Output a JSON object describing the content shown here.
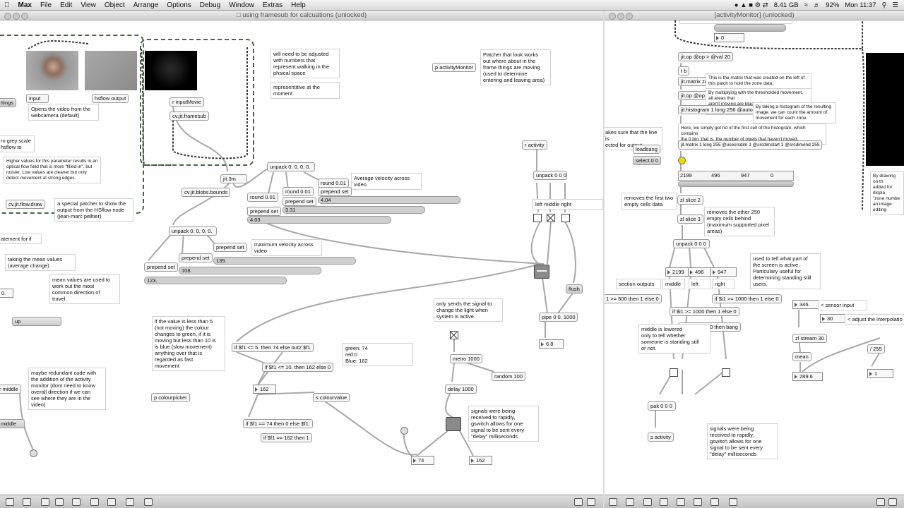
{
  "menubar": {
    "items": [
      "Max",
      "File",
      "Edit",
      "View",
      "Object",
      "Arrange",
      "Options",
      "Debug",
      "Window",
      "Extras",
      "Help"
    ],
    "mem": "8.41 GB",
    "battery": "92%",
    "clock": "Mon 11:37"
  },
  "main_window": {
    "title": "using framesub for calcuations (unlocked)",
    "objects": {
      "settings_cut": "ttings",
      "grey_scale": "ro grey scale\nhsflow to",
      "input_label": "input",
      "hsflow_output": "hsflow output",
      "opens_video": "Opens the video from the\nwebcamera (default)",
      "higher_values": "Higher values for this parameter results in an\noptical flow field that is more \"filled-in\", but\nnoisier. Low values are cleaner but only\ndetect movement at strong edges.",
      "cv_flow_draw": "cv.jit.flow.draw",
      "special_patcher": "a special patcher to show the\noutput from the HSflow node\n(jean-marc pelltier)",
      "statement_for_if": "atement for if",
      "taking_mean": "taking the mean values\n(average change)",
      "zero_box": "0.",
      "mean_values": "mean values are used to\nwork out the most\ncommon direction of\ntravel.",
      "up_msg": "up",
      "maybe_redundant": "maybe redundant code with\nthe addition of the activity\nmonitor (dont need to know\noverall direction if we can\nsee where they are in the\nvideo)",
      "middle1": "r middle",
      "middle2": "middle",
      "r_inputmovie": "r inputMovie",
      "framesub": "cv.jit.framesub",
      "jit3m": "jit.3m",
      "blobs": "cv.jit.blobs.bounds",
      "will_need": "will need to be adjusted\nwith numbers that\nrepresent walking in the\nphsical space",
      "representive": "representitive at the\nmoment",
      "unpack_top": "unpack 0. 0. 0. 0.",
      "round1": "round 0.01",
      "round2": "round 0.01",
      "round3": "round 0.01",
      "avg_velocity": "Average velocity across\nvideo",
      "prepend_a": "prepend set",
      "prepend_b": "prepend set",
      "prepend_c": "prepend set",
      "val_404": "4.04",
      "val_331": "3.31",
      "val_403": "4.03",
      "unpack_mid": "unpack 0. 0. 0. 0.",
      "prepend_d": "prepend set",
      "prepend_e": "prepend set",
      "prepend_f": "prepend set",
      "max_velocity": "maximum velocity across\nvideo",
      "val_139": "139.",
      "val_108": "108.",
      "val_123": "123.",
      "p_activity": "p activityMonitor",
      "patcher_look": "Patcher that look works\nout where about in the\nframe things are moving\n(used to determine\nentering and leaving area)",
      "r_activity": "r activity",
      "unpack_000": "unpack 0 0 0",
      "left_middle_right": "left middle right",
      "flush": "flush",
      "only_sends": "only sends the signal to\nchange the light when\nsystem is active.",
      "pipe": "pipe 0 0. 1000",
      "val_68": "6.8",
      "if_value_less": "if the value is less than 5\n(not moving) the colour\nchanges to green, if it is\nmoving but less than 10 is\nis blue (slow movement)\nanything over that is\nregarded as fast\nmovement",
      "if_f1_5": "if $f1 <= 5. then 74 else out2 $f1",
      "if_f1_10": "if $f1 <= 10. then 162 else 0",
      "green_note": "green: 74\nred:0\nBlue: 162",
      "metro": "metro 1000",
      "random": "random 100",
      "delay": "delay 1000",
      "p_colourpicker": "p colourpicker",
      "num_162a": "162",
      "s_colourvalue": "s colourvalue",
      "if_74": "if $f1 == 74 then 0 else $f1.",
      "if_162": "if $f1 == 162 then 1",
      "signals_note": "signals were being\nreceived to rapidly,\ngswitch allows for one\nsignal to be sent every\n\"delay\" milliseconds",
      "num_74": "74",
      "num_162b": "162"
    }
  },
  "side_window": {
    "title": "[activityMonitor] (unlocked)",
    "objects": {
      "num_0": "0",
      "jit_op_vol": "jit.op @op > @val 20",
      "b1": "t b",
      "jit_matrix_zones": "jit.matrix zones",
      "matrix_note": "This is the matrix that was created on the left of\nthis patch to hold the zone data.",
      "jit_op_mul": "jit.op @op *",
      "multiplying_note": "By multiplying with the thresholded movement, all areas that\naren't moving are blacked out from the zone image.",
      "histogram": "jit.histogram 1 long 256 @autoclear 1",
      "histogram_note": "By taking a histogram of the resulting\nimage, we can count the amount of\nmovement for each zone.",
      "here_note": "Here, we simply get rid of the first cell of the histogram, which contains\nthe 0 bin, that is, the number of pixels that haven't moved.",
      "jit_matrix_long": "jit.matrix 1 long 255 @usesrcdim 1 @srcdimstart 1 @srcdimend 255",
      "makes_sure": "akes sure that the line is\nected for output",
      "loadbang": "loadbang",
      "select_00": "select 0 0",
      "cell_2199": "2199",
      "cell_496": "496",
      "cell_947": "947",
      "cell_0": "0",
      "zl_slice2": "zl slice 2",
      "removes_first": "removes the first two\nempty cells data",
      "zl_slice3": "zl slice 3",
      "removes_other": "removes the other 250\nempty cells behind\n(maximum supported pixel\nareas)",
      "unpack_000b": "unpack 0 0 0",
      "used_to_tell": "used to tell what part of\nthe screen is active.\nParticulary useful for\ndetermining standing still\nusers.",
      "n2199": "2199",
      "n496": "496",
      "n947": "947",
      "section_outputs": "section outputs",
      "middle": "middle",
      "left": "left",
      "right": "right",
      "if_500": "1 >= 500 then 1 else 0",
      "if_1000a": "if $i1 >= 1000 then 1 else 0",
      "if_1000b": "if $i1 >= 1000 then 1 else 0",
      "if_1000_bang": "if $i1 >= 1000 then bang",
      "middle_lowered": "middle is lowered\nonly to tell whether\nsomeone is standing still\nor not.",
      "val_346": "346.",
      "sensor_input": "< sensor input",
      "val_30": "30",
      "adjust_interp": "< adjust the interpolatio",
      "zl_stream": "zl stream 30",
      "mean": "mean",
      "val_2896": "289.6",
      "div_255": "/ 255",
      "val_1": "1",
      "pak": "pak 0 0 0",
      "s_activity": "s activity",
      "signals_note2": "signals were being\nreceived to rapidly,\ngswitch allows for one\nsignal to be sent every\n\"delay\" milliseconds",
      "drawing_note": "By drawing on th\nadded for displa\n\"zone numbe\nan image editing"
    }
  }
}
